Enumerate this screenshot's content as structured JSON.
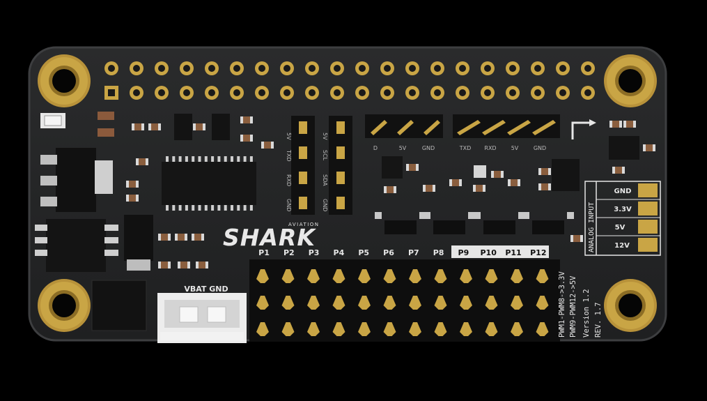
{
  "colors": {
    "background": "#000000",
    "board": "#232425",
    "board_edge": "#3a3b3d",
    "gold": "#c9a545",
    "silkscreen": "#e6e6e6"
  },
  "board": {
    "logo": {
      "main": "SHARK",
      "sub": "AVIATION"
    },
    "servo_labels": [
      "P1",
      "P2",
      "P3",
      "P4",
      "P5",
      "P6",
      "P7",
      "P8",
      "P9",
      "P10",
      "P11",
      "P12"
    ],
    "battery_label": "VBAT GND",
    "vertical_text": [
      "PWM1-PWM8->3.3V",
      "PWM9-PWM12->5V",
      "Version 1.2",
      "REV. 1.7"
    ],
    "analog_input": {
      "title": "ANALOG INPUT",
      "pads": [
        "GND",
        "3.3V",
        "5V",
        "12V"
      ]
    },
    "header_a_labels": [
      "5V",
      "TXD",
      "RXD",
      "GND"
    ],
    "header_b_labels": [
      "5V",
      "SCL",
      "SDA",
      "GND"
    ],
    "header_c_labels": [
      "D",
      "5V",
      "GND"
    ],
    "header_d_labels": [
      "TXD",
      "RXD",
      "5V",
      "GND"
    ]
  }
}
